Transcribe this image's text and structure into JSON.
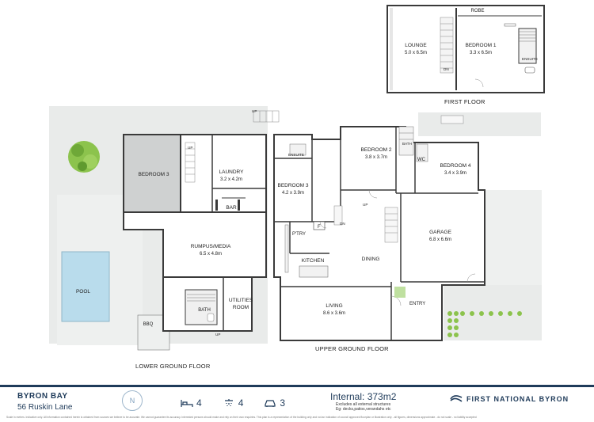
{
  "floors": {
    "first": "FIRST FLOOR",
    "upper": "UPPER GROUND FLOOR",
    "lower": "LOWER GROUND FLOOR"
  },
  "rooms": {
    "robe": "ROBE",
    "lounge": {
      "name": "LOUNGE",
      "size": "5.0 x 6.5m"
    },
    "bedroom1": {
      "name": "BEDROOM 1",
      "size": "3.3 x 6.5m"
    },
    "ensuite_first": "ENSUITE",
    "bedroom3_lower": "BEDROOM 3",
    "laundry": {
      "name": "LAUNDRY",
      "size": "3.2 x 4.2m"
    },
    "bar": "BAR",
    "rumpus": {
      "name": "RUMPUS/MEDIA",
      "size": "6.5 x 4.8m"
    },
    "pool": "POOL",
    "bath_lower": "BATH",
    "utilities": {
      "name": "UTILITIES",
      "name2": "ROOM"
    },
    "bbq": "BBQ",
    "ensuite_upper": "ENSUITE",
    "bedroom3_upper": {
      "name": "BEDROOM 3",
      "size": "4.2 x 3.9m"
    },
    "bedroom2": {
      "name": "BEDROOM 2",
      "size": "3.8 x 3.7m"
    },
    "bath_upper": "BATH",
    "wc": "WC",
    "bedroom4": {
      "name": "BEDROOM 4",
      "size": "3.4 x 3.9m"
    },
    "pantry": "P'TRY",
    "fridge": "F",
    "kitchen": "KITCHEN",
    "dining": "DINING",
    "garage": {
      "name": "GARAGE",
      "size": "6.8 x 6.6m"
    },
    "living": {
      "name": "LIVING",
      "size": "8.6 x 3.6m"
    },
    "entry": "ENTRY"
  },
  "stairs": {
    "up": "UP",
    "dn": "DN"
  },
  "footer": {
    "city": "BYRON BAY",
    "address": "56 Ruskin Lane",
    "logo_letter": "N",
    "beds": "4",
    "baths": "4",
    "cars": "3",
    "internal": "Internal: 373m2",
    "excl1": "Excludes all external structures",
    "excl2": "Eg: decks,patios,verandahs etc",
    "brand": "FIRST NATIONAL BYRON",
    "disclaimer": "Scale in metres. Indicative only. All information contained herein is obtained from sources we believe to be accurate. We cannot guarantee its accuracy. Interested persons should make and rely on their own enquiries. This plan is a representation of the building only and not an indication of council approved floorplan or illustration only - all figures, dimensions approximate - do not scale - no liability accepted"
  },
  "colors": {
    "wall": "#3a3a3a",
    "grey_room": "#cfd1d1",
    "outdoor": "#e9ebea",
    "pool": "#b9dcec",
    "brand": "#1f3b5a",
    "tree": "#7fbf4a"
  }
}
